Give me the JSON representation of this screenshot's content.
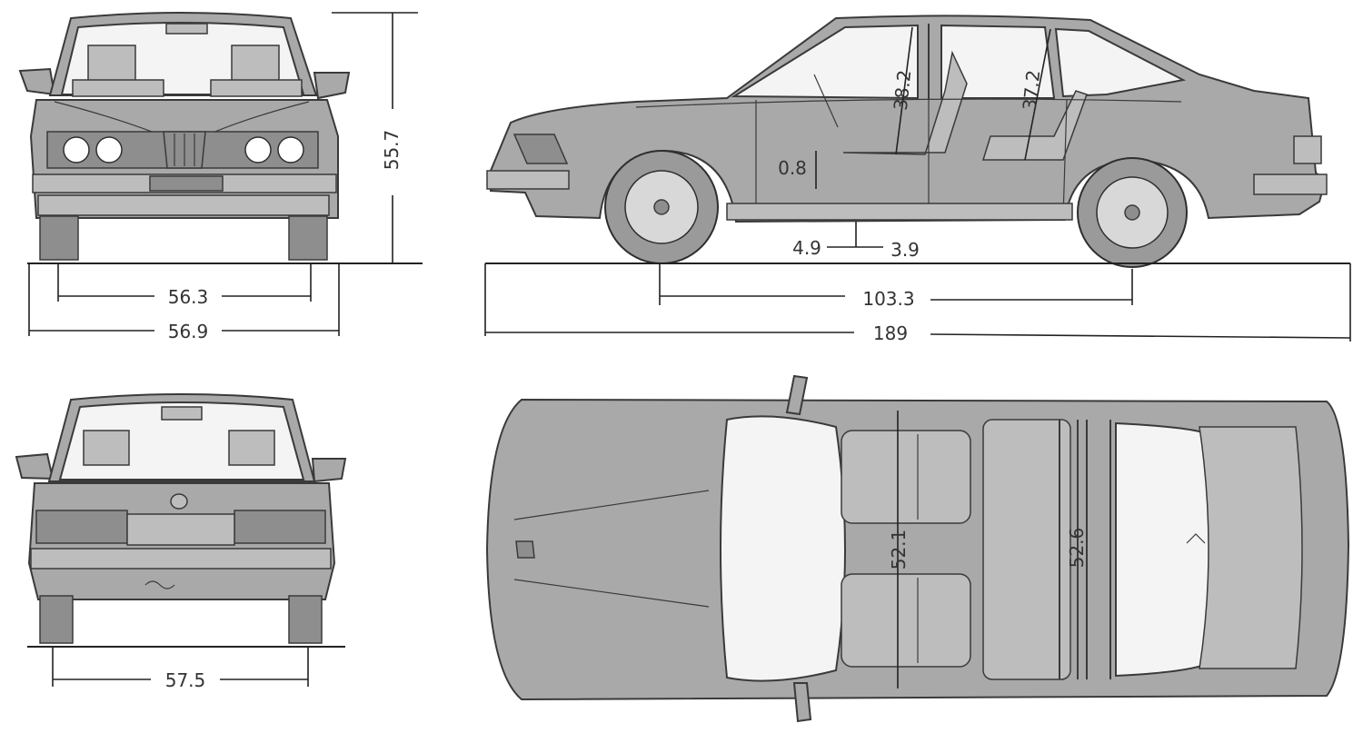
{
  "views": {
    "front": {
      "height": "55.7",
      "track": "56.3",
      "width": "56.9"
    },
    "side": {
      "headroom_front": "38.2",
      "headroom_rear": "37.2",
      "seat_travel": "0.8",
      "ground_front": "4.9",
      "ground_rear": "3.9",
      "wheelbase": "103.3",
      "length": "189"
    },
    "rear": {
      "track": "57.5"
    },
    "top": {
      "shoulder_front": "52.1",
      "shoulder_rear": "52.6"
    }
  },
  "colors": {
    "body": "#a9a9a9",
    "glass": "#f4f4f4",
    "ink": "#3a3a3a"
  }
}
